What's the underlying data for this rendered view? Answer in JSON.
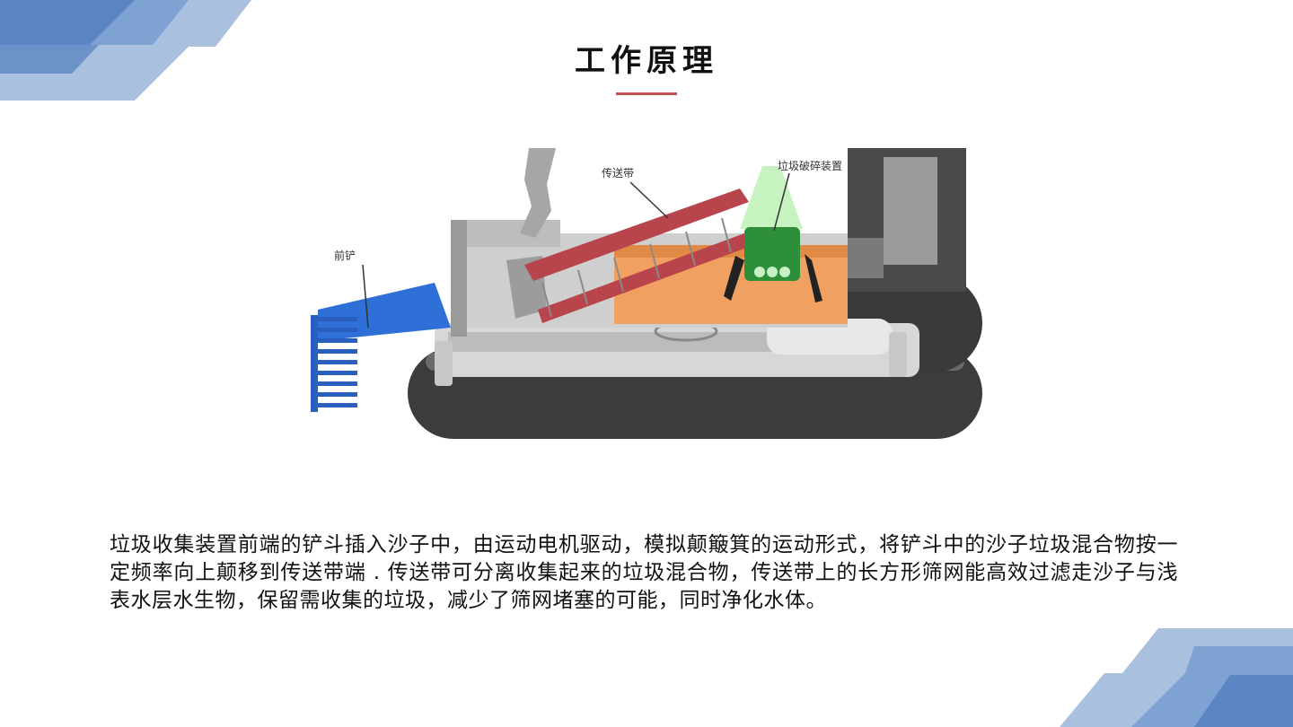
{
  "slide": {
    "title": "工作原理",
    "accent_color": "#c0504d",
    "corner_color": "#4f7fbf",
    "figure": {
      "labels": {
        "front_shovel": "前铲",
        "conveyor_belt": "传送带",
        "crusher": "垃圾破碎装置"
      }
    },
    "body": "垃圾收集装置前端的铲斗插入沙子中，由运动电机驱动，模拟颠簸箕的运动形式，将铲斗中的沙子垃圾混合物按一定频率向上颠移到传送带端 . 传送带可分离收集起来的垃圾混合物，传送带上的长方形筛网能高效过滤走沙子与浅表水层水生物，保留需收集的垃圾，减少了筛网堵塞的可能，同时净化水体。"
  }
}
